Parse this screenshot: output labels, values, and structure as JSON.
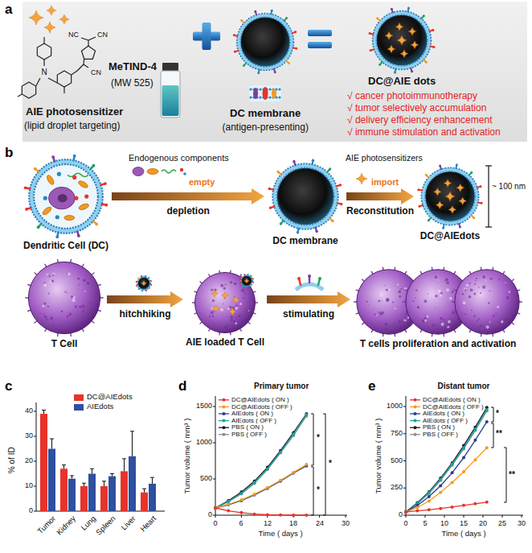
{
  "diagram": {
    "nodes": [
      {
        "text": [
          "Dendritic Cell (DC)"
        ]
      },
      {
        "text": [
          "DC membrane"
        ]
      },
      {
        "text": [
          "DC@AIEdots"
        ]
      },
      {
        "text": [
          "T Cell"
        ]
      },
      {
        "text": [
          "AIE loaded T Cell"
        ]
      },
      {
        "text": [
          "T cells proliferation and activation"
        ]
      }
    ],
    "edges": [
      {
        "from": 0,
        "to": 1,
        "arrow": "to",
        "label": "depletion"
      },
      {
        "from": 1,
        "to": 2,
        "arrow": "to",
        "label": "Reconstitution"
      },
      {
        "from": 3,
        "to": 4,
        "arrow": "to",
        "label": "hitchhiking"
      },
      {
        "from": 4,
        "to": 5,
        "arrow": "to",
        "label": "stimulating"
      }
    ],
    "labels": [
      "a",
      "MeTIND-4",
      "(MW 525)",
      "AIE photosensitizer",
      "(lipid droplet targeting)",
      "DC membrane",
      "(antigen-presenting)",
      "DC@AIE dots",
      "√ cancer photoimmunotherapy",
      "√ tumor selectively accumulation",
      "√ delivery efficiency enhancement",
      "√ immune stimulation and activation",
      "N",
      "NC",
      "CN",
      "CN",
      "b",
      "Endogenous components",
      "empty",
      "AIE photosensitizers",
      "import",
      "~ 100 nm",
      "c",
      "% of ID",
      "40",
      "30",
      "20",
      "10",
      "0",
      "Tumor",
      "Kidney",
      "Lung",
      "Spleen",
      "Liver",
      "Heart",
      "d",
      "Primary tumor",
      "Tumor volume ( mm³ )",
      "1500",
      "1000",
      "500",
      "0",
      "0",
      "6",
      "12",
      "18",
      "24",
      "30",
      "Time ( days )",
      "*",
      "*",
      "*",
      "e",
      "Distant tumor",
      "Tumor volume ( mm³ )",
      "1000",
      "750",
      "500",
      "250",
      "0",
      "0",
      "5",
      "10",
      "15",
      "20",
      "25",
      "30",
      "Time ( days )",
      "*",
      "**",
      "**"
    ],
    "legend": [
      {
        "text": "DC@AIEdots",
        "color": "#e8332a"
      },
      {
        "text": "AIEdots",
        "color": "#2f4f9f"
      },
      {
        "text": "DC@AIEdots ( ON )"
      },
      {
        "text": "DC@AIEdots ( OFF )"
      },
      {
        "text": "AIEdots ( ON )"
      },
      {
        "text": "AIEdots ( OFF )"
      },
      {
        "text": "PBS ( ON )"
      },
      {
        "text": "PBS ( OFF )"
      },
      {
        "text": "DC@AIEdots ( ON )"
      },
      {
        "text": "DC@AIEdots ( OFF )"
      },
      {
        "text": "AIEdots ( ON )"
      },
      {
        "text": "AIEdots ( OFF )"
      },
      {
        "text": "PBS ( ON )"
      },
      {
        "text": "PBS ( OFF )"
      }
    ]
  }
}
